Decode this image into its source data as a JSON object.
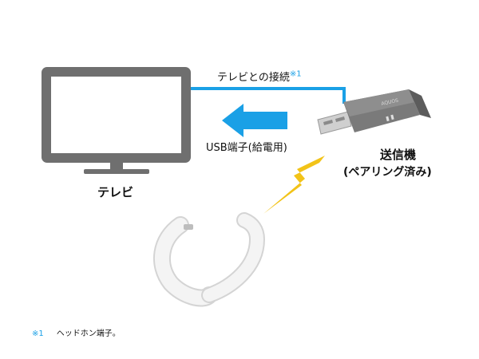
{
  "labels": {
    "connection": "テレビとの接続",
    "connection_note": "※1",
    "usb_port": "USB端子(給電用)",
    "tv": "テレビ",
    "transmitter": "送信機",
    "transmitter_status": "(ペアリング済み)",
    "dongle_brand": "AQUOS"
  },
  "footnote": {
    "mark": "※1",
    "text": "ヘッドホン端子。"
  },
  "colors": {
    "accent_blue": "#1aa0e6",
    "tv_gray": "#6f6f6f",
    "dongle_gray": "#7a7a7a",
    "lightning_yellow": "#f2c318"
  },
  "icons": {
    "tv": "television-icon",
    "transmitter": "usb-transmitter-icon",
    "speaker": "neck-speaker-icon",
    "wireless": "lightning-bolt-icon",
    "direction": "arrow-left-icon"
  }
}
